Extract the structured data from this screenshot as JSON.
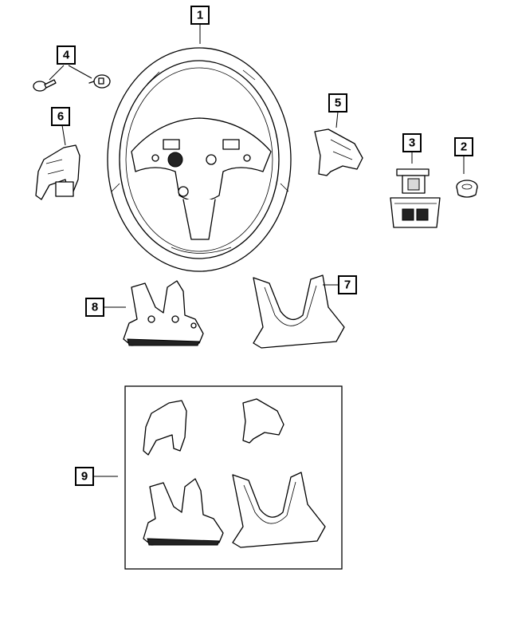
{
  "callouts": {
    "c1": "1",
    "c2": "2",
    "c3": "3",
    "c4": "4",
    "c5": "5",
    "c6": "6",
    "c7": "7",
    "c8": "8",
    "c9": "9"
  },
  "parts": {
    "steering_wheel": "steering-wheel",
    "screws": "screw",
    "plug": "plug",
    "switch_module": "switch-module",
    "right_switch": "switch",
    "left_switch": "switch",
    "lower_bezel": "bezel",
    "rear_bezel": "bezel",
    "kit": "kit"
  },
  "colors": {
    "line": "#000000",
    "background": "#ffffff"
  }
}
